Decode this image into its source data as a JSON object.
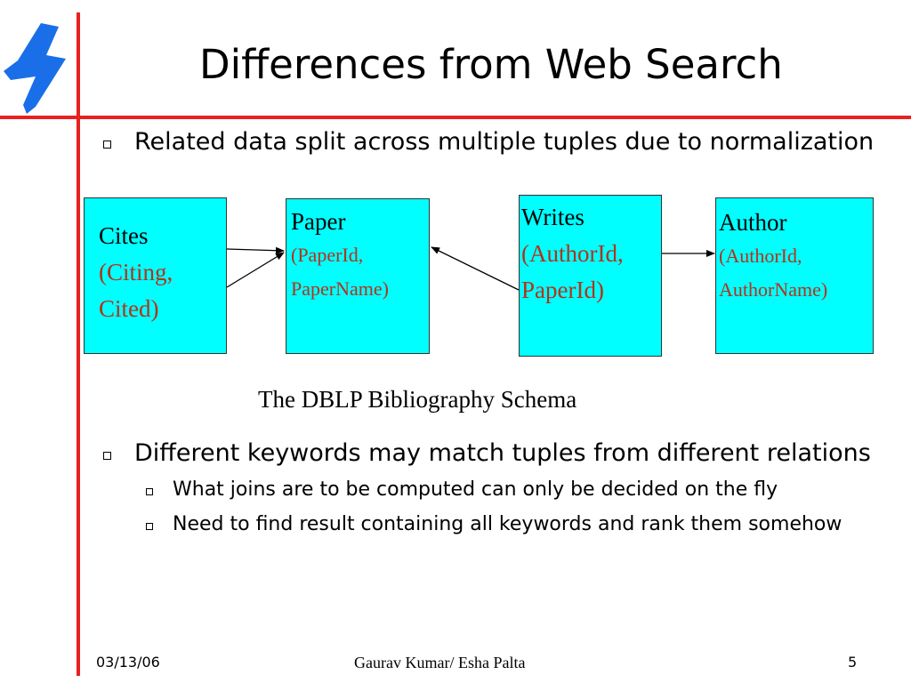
{
  "slide": {
    "title": "Differences from Web Search",
    "bullet1": "Related data split across multiple tuples due to normalization",
    "schema": {
      "cites": {
        "name": "Cites",
        "attrs_1": "(Citing,",
        "attrs_2": "Cited)"
      },
      "paper": {
        "name": "Paper",
        "attrs_1": "(PaperId,",
        "attrs_2": "PaperName)"
      },
      "writes": {
        "name": "Writes",
        "attrs_1": "(AuthorId,",
        "attrs_2": "PaperId)"
      },
      "author": {
        "name": "Author",
        "attrs_1": "(AuthorId,",
        "attrs_2": "AuthorName)"
      },
      "caption": "The DBLP Bibliography Schema"
    },
    "bullet2": "Different keywords may match tuples from different relations",
    "sub_bullets": [
      "What joins are to be computed can only be decided on the fly",
      "Need to find result containing all keywords and rank them somehow"
    ]
  },
  "footer": {
    "date": "03/13/06",
    "authors": "Gaurav Kumar/ Esha Palta",
    "page": "5"
  },
  "colors": {
    "accent_line": "#e8211f",
    "logo_blue": "#1a6fe8",
    "box_fill": "#00ffff",
    "attr_text": "#b3331a"
  },
  "icons": {
    "logo": "lightning-bolt-logo"
  }
}
